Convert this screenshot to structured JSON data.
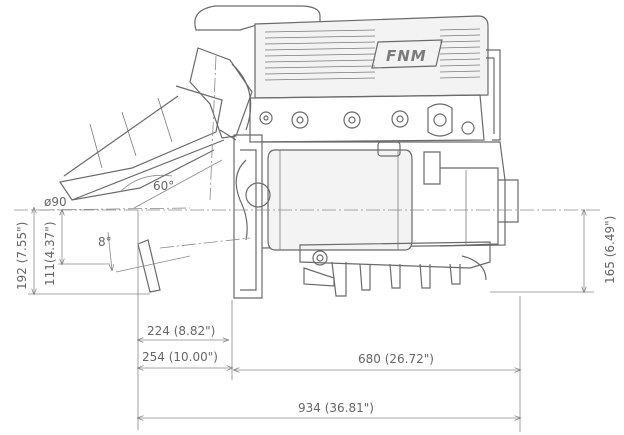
{
  "drawing": {
    "brand_logo": "FNM",
    "angles": {
      "pipe_angle": "60°",
      "tilt_angle": "8°"
    },
    "diameter": "ø90",
    "vertical_dims": {
      "left_total": "192 (7.55\")",
      "left_centerline": "111(4.37\")",
      "right_centerline": "165 (6.49\")"
    },
    "horizontal_dims": {
      "d224": "224 (8.82\")",
      "d254": "254 (10.00\")",
      "d680": "680 (26.72\")",
      "d934": "934 (36.81\")"
    }
  },
  "colors": {
    "line": "#6a6a6a",
    "dimension": "#8a8a8a",
    "text": "#666666"
  }
}
